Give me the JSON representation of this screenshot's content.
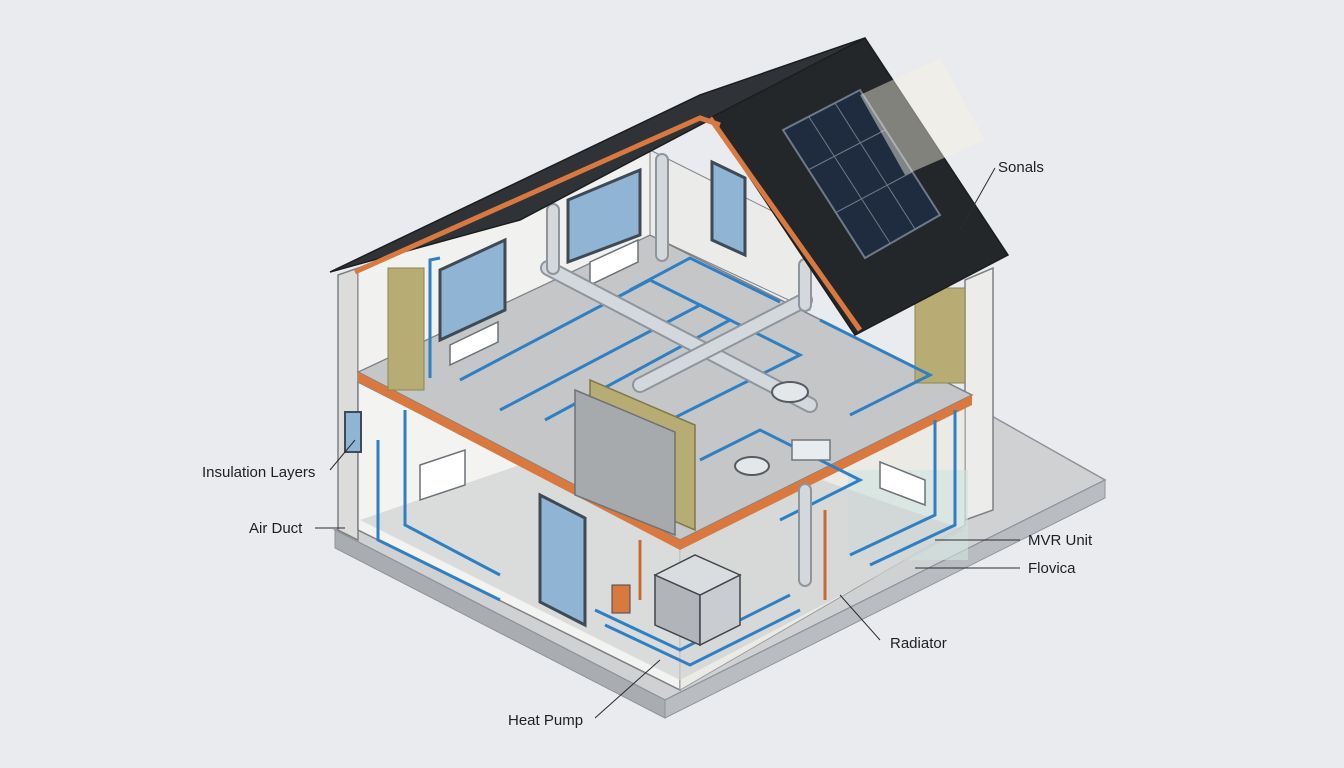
{
  "colors": {
    "background": "#e9ebee",
    "roof": "#2f3236",
    "roof_dark": "#24272a",
    "timber": "#d9793f",
    "insulation": "#b7ad74",
    "pipe": "#2f7fc4",
    "duct": "#c9ced3",
    "floor": "#c4c6c8",
    "wall": "#f3f3f1",
    "solar": "#1f2c40",
    "ground": "#cfd1d3",
    "leader": "#2a2c2f"
  },
  "labels": {
    "solar": "Sonals",
    "insulation": "Insulation Layers",
    "air_duct": "Air Duct",
    "mvr": "MVR Unit",
    "flow": "Flovica",
    "radiator": "Radiator",
    "heat_pump": "Heat Pump"
  }
}
